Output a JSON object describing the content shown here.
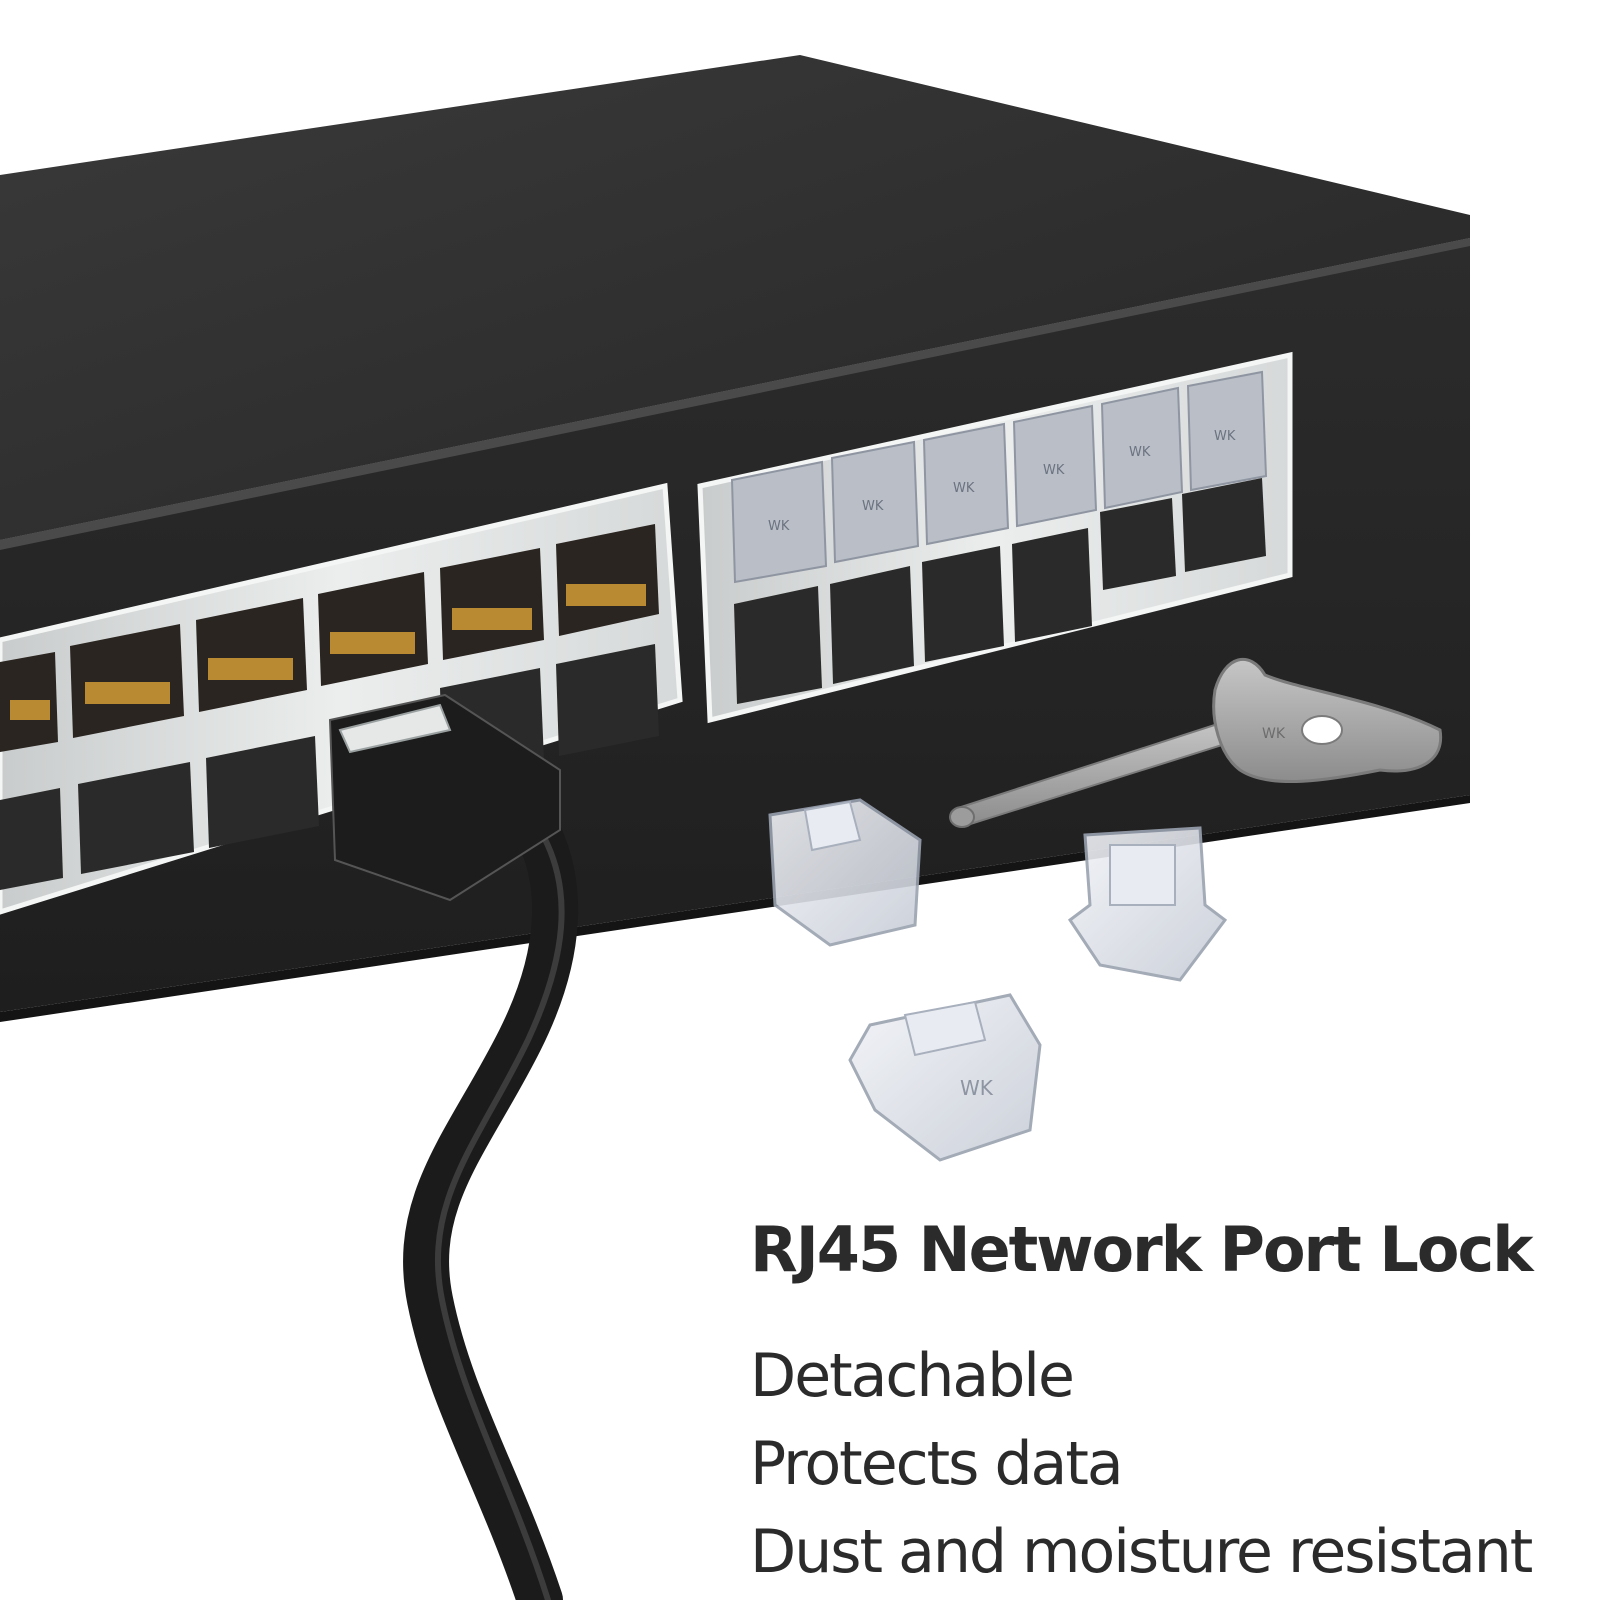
{
  "headline": "RJ45 Network Port Lock",
  "features": [
    "Detachable",
    "Protects data",
    "Dust and moisture resistant"
  ],
  "device_markings": {
    "lock_brand_mark": "WK",
    "key_brand_mark": "WK"
  },
  "colors": {
    "switch_body": "#2a2a2a",
    "port_panel": "#d9dcdc",
    "cable": "#1b1b1b",
    "key_metal": "#a3a3a3",
    "text": "#2b2b2b",
    "background": "#ffffff"
  }
}
